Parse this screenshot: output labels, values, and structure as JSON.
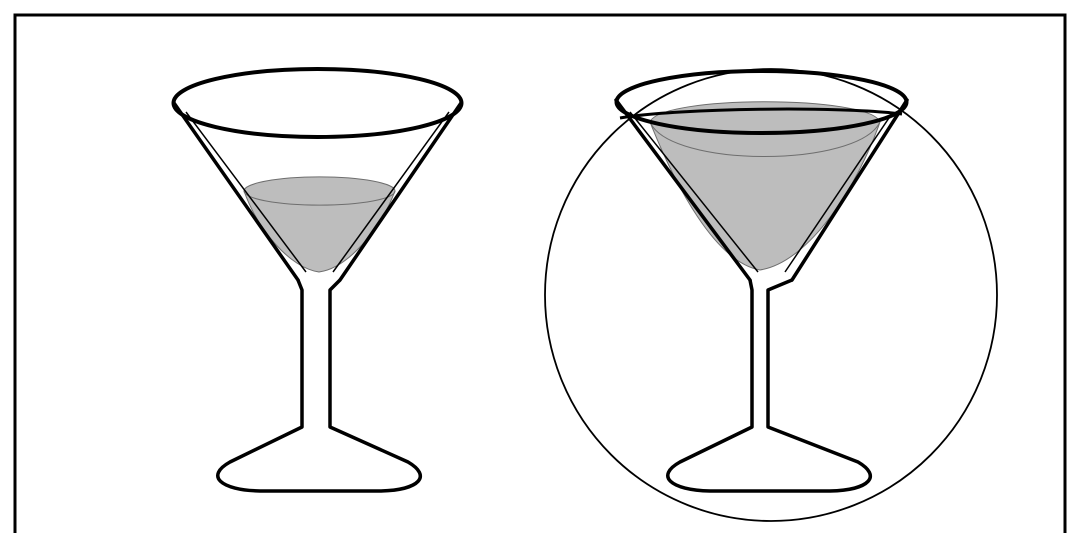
{
  "colors": {
    "background": "#ffffff",
    "outline": "#000000",
    "liquid": "#bdbdbd",
    "liquid_edge": "#6e6e6e"
  },
  "figure": {
    "glasses": [
      {
        "name": "martini-glass-left",
        "fill_fraction": 0.4,
        "circled": false
      },
      {
        "name": "martini-glass-right",
        "fill_fraction": 0.9,
        "circled": true
      }
    ]
  }
}
